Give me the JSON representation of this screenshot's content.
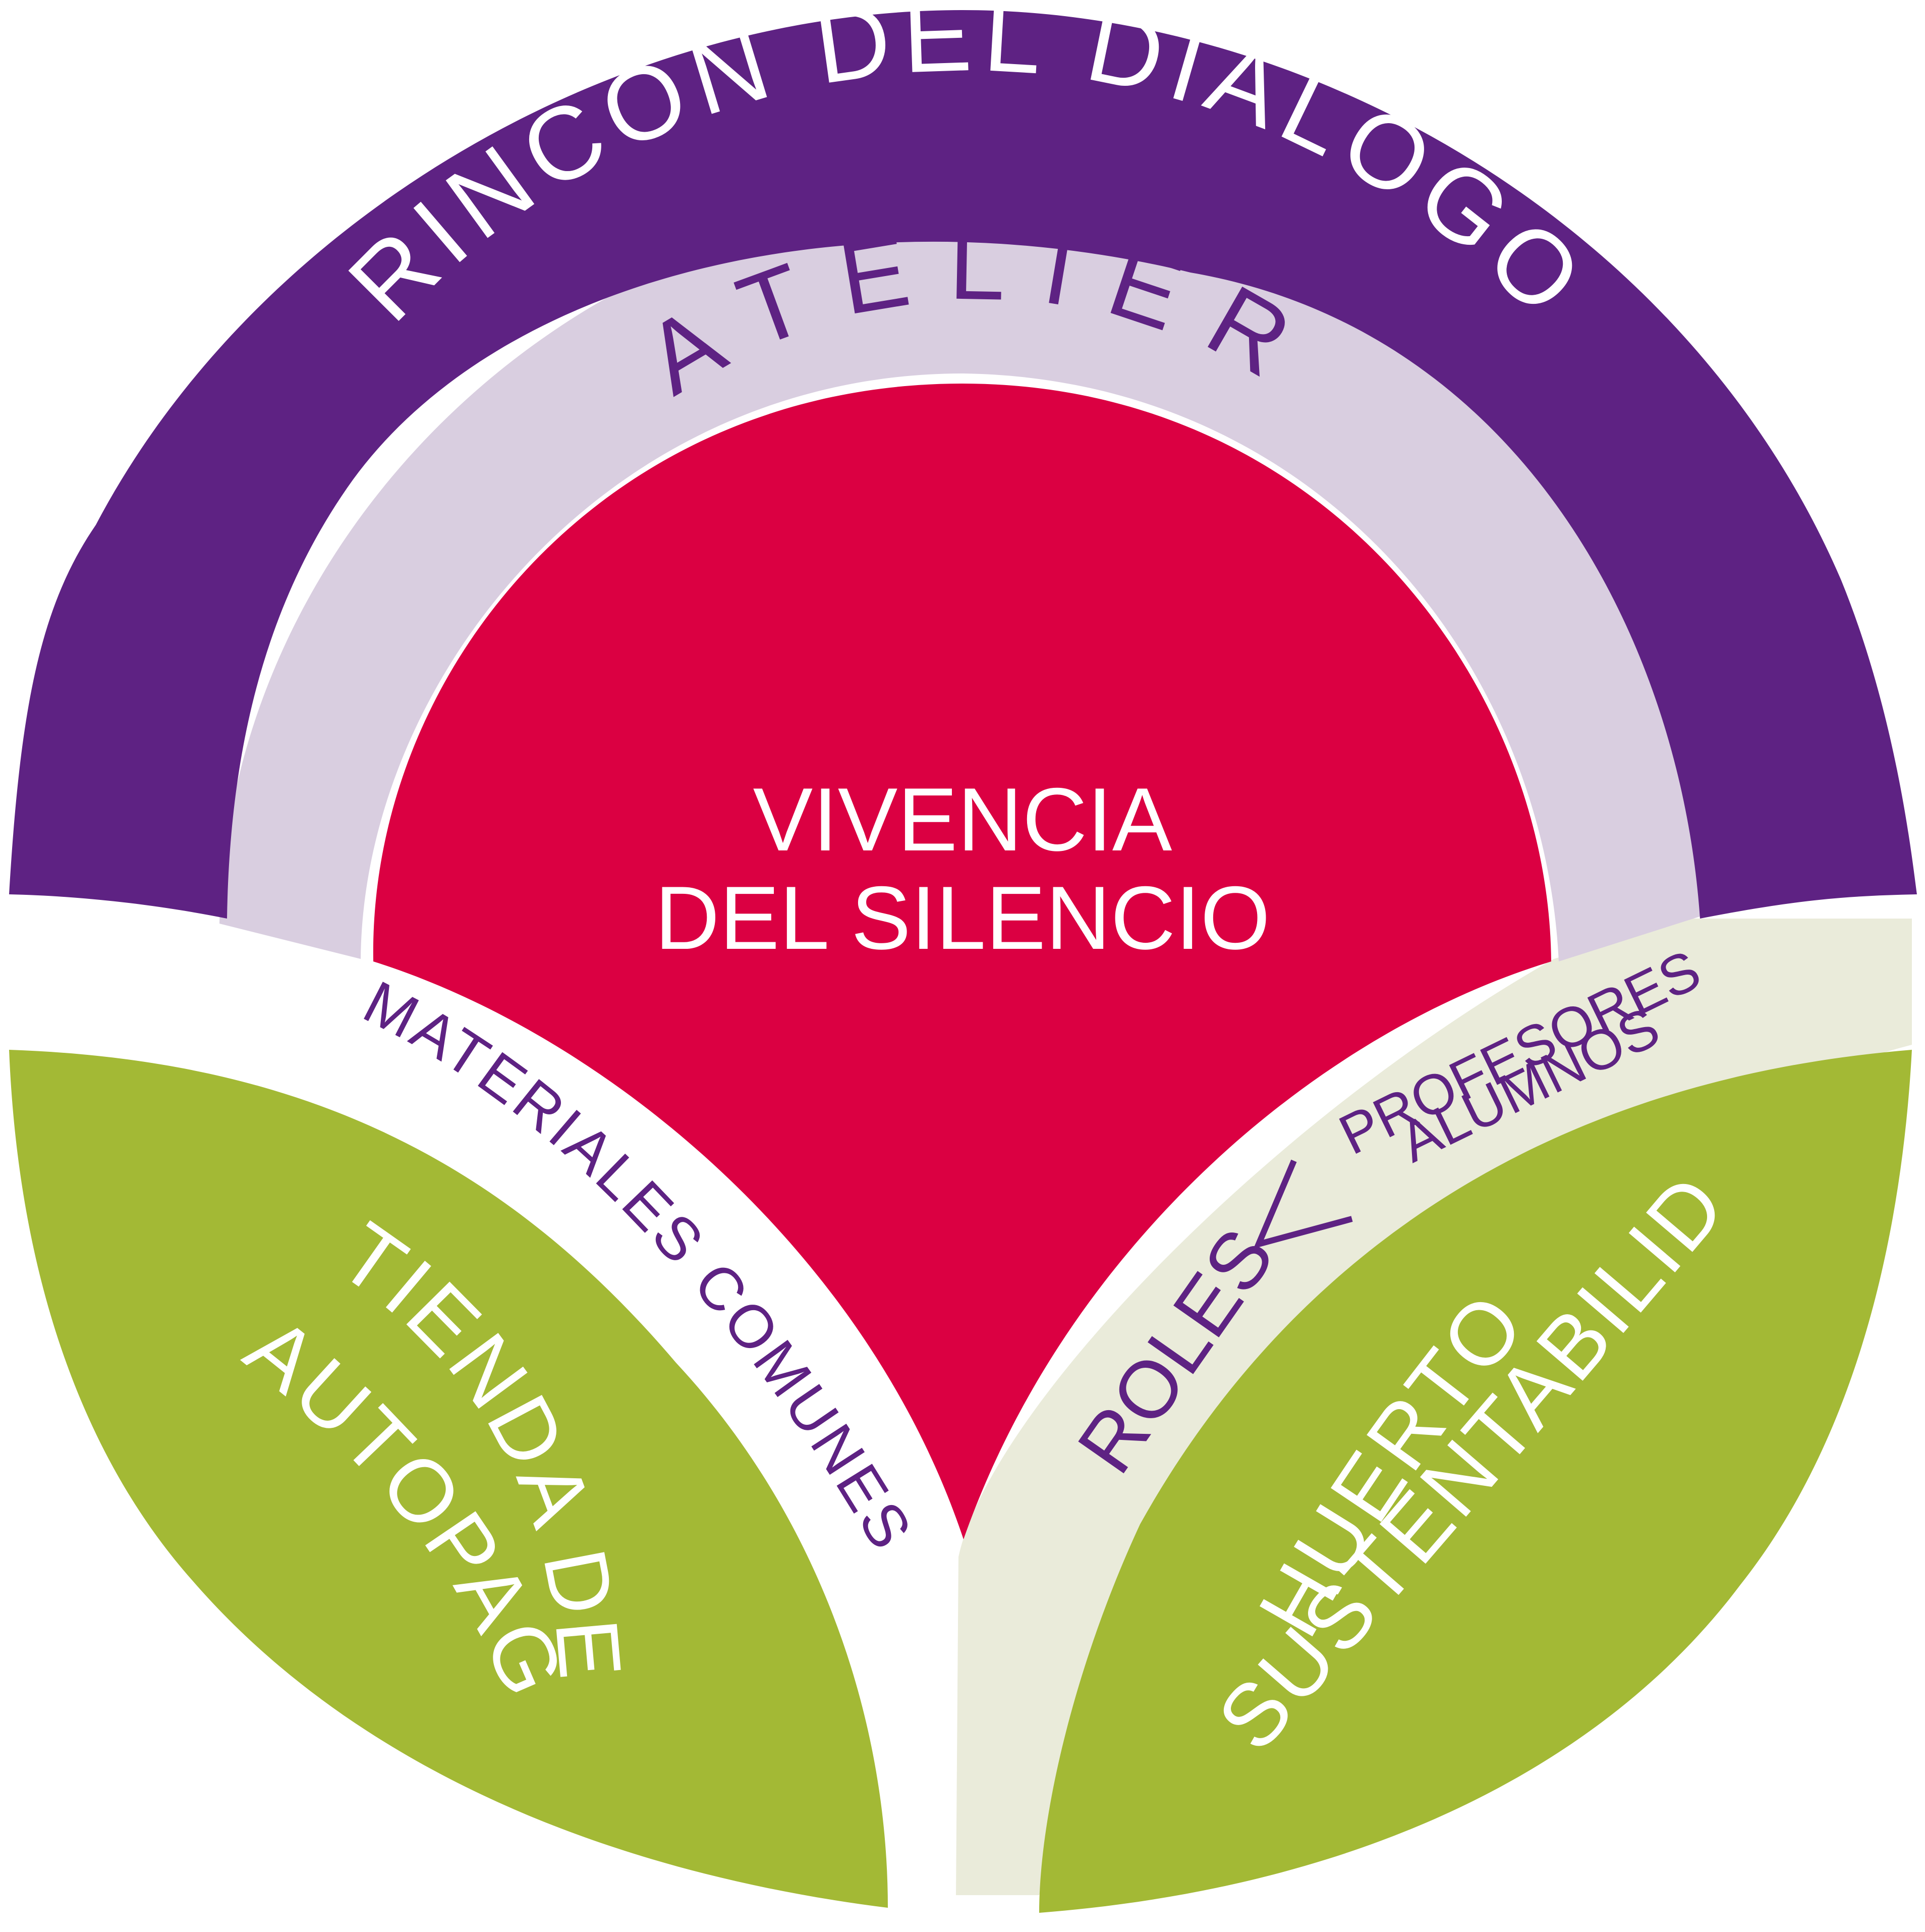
{
  "colors": {
    "purple": "#5E2283",
    "lilac": "#D9CEE0",
    "crimson": "#DB0042",
    "green": "#A3B935",
    "cream": "#EAEBDA",
    "white": "#FFFFFF"
  },
  "outer_arc": {
    "label": "RINCÓN DEL DIÁLOGO"
  },
  "atelier": {
    "label": "ATELIER"
  },
  "center": {
    "line1": "VIVENCIA",
    "line2": "DEL SILENCIO"
  },
  "materials": {
    "label": "MATERIALES COMUNES"
  },
  "roles": {
    "label": "ROLES",
    "option1": "PROFESORES",
    "option2": "ALUMNOS"
  },
  "left_leaf": {
    "line1": "TIENDA DE",
    "line2": "AUTOPAGO"
  },
  "right_leaf": {
    "line1": "HUERTO Y",
    "line2": "SUSTENTABILIDAD"
  }
}
